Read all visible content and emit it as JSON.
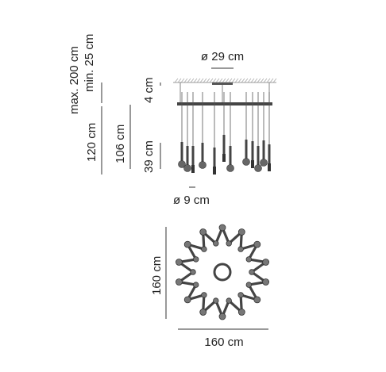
{
  "dimensions": {
    "ceiling_plate_diameter": "ø 29 cm",
    "canopy_height": "4 cm",
    "max_drop": "max. 200 cm",
    "min_drop": "min. 25 cm",
    "total_height": "120 cm",
    "body_height": "106 cm",
    "pendant_length": "39 cm",
    "pendant_diameter": "ø 9 cm",
    "plan_depth": "160 cm",
    "plan_width": "160 cm"
  },
  "colors": {
    "line": "#333333",
    "fixture": "#444444",
    "ceiling_hatch": "#999999"
  }
}
